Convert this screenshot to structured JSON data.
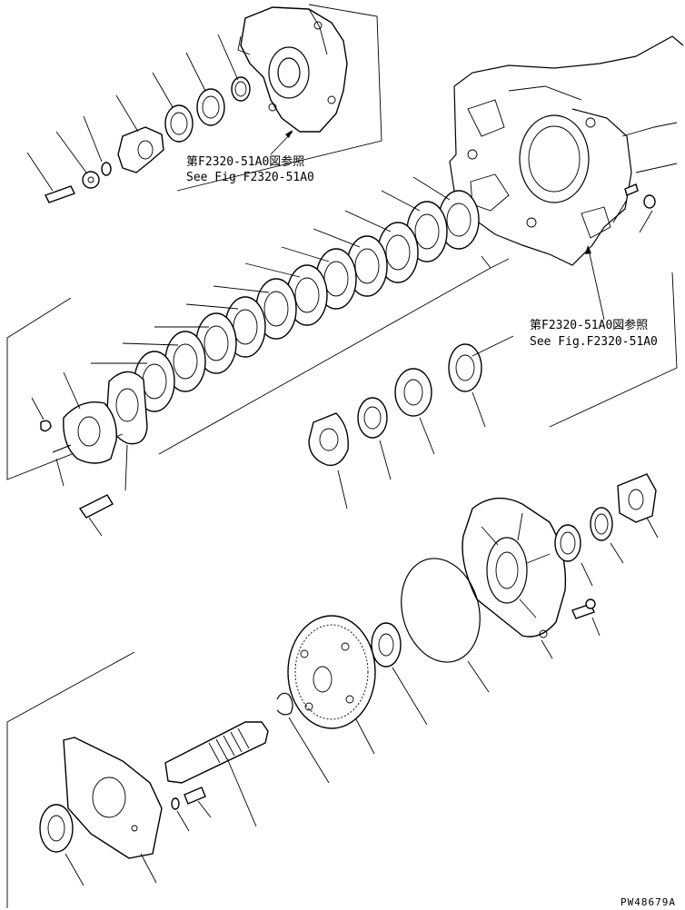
{
  "references": [
    {
      "jp": "第F2320-51A0図参照",
      "en": "See Fig F2320-51A0"
    },
    {
      "jp": "第F2320-51A0図参照",
      "en": "See Fig.F2320-51A0"
    }
  ],
  "drawing_code": "PW48679A"
}
